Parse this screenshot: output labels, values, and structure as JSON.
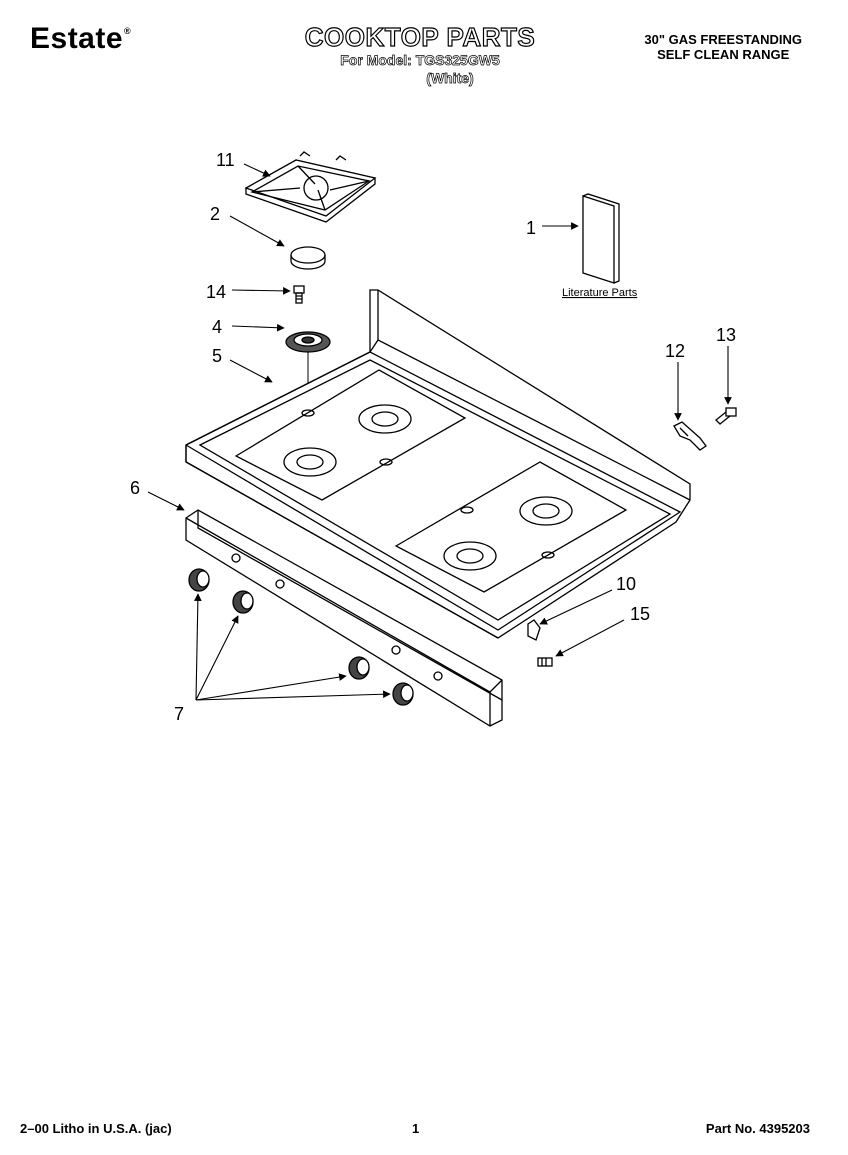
{
  "header": {
    "brand": "Estate",
    "brand_mark": "®",
    "title": "COOKTOP PARTS",
    "model_line": "For Model: TGS325GW5",
    "color_line": "(White)",
    "range_line_1": "30\" GAS FREESTANDING",
    "range_line_2": "SELF CLEAN RANGE"
  },
  "diagram": {
    "literature_label": "Literature Parts",
    "callouts": {
      "c1": "1",
      "c2": "2",
      "c4": "4",
      "c5": "5",
      "c6": "6",
      "c7": "7",
      "c10": "10",
      "c11": "11",
      "c12": "12",
      "c13": "13",
      "c14": "14",
      "c15": "15"
    }
  },
  "footer": {
    "litho": "2–00 Litho in U.S.A. (jac)",
    "page": "1",
    "part_no": "Part No. 4395203"
  }
}
